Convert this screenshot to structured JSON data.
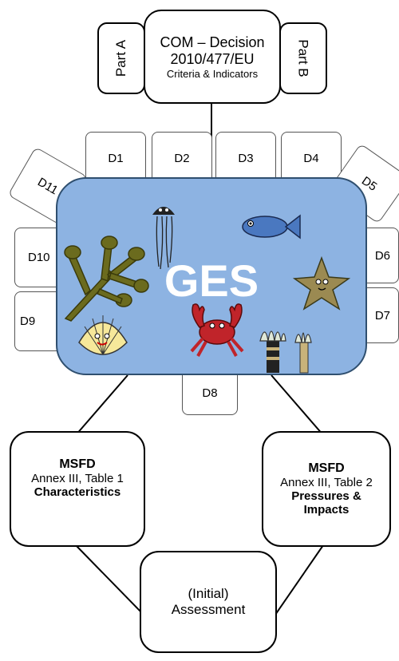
{
  "top": {
    "part_a": "Part A",
    "part_b": "Part B",
    "decision_line1": "COM – Decision",
    "decision_line2": "2010/477/EU",
    "decision_line3": "Criteria & Indicators"
  },
  "descriptors": [
    "D1",
    "D2",
    "D3",
    "D4",
    "D5",
    "D6",
    "D7",
    "D8",
    "D9",
    "D10",
    "D11"
  ],
  "center_label": "GES",
  "left_box": {
    "title": "MSFD",
    "line2": "Annex III, Table 1",
    "line3": "Characteristics"
  },
  "right_box": {
    "title": "MSFD",
    "line2": "Annex III, Table 2",
    "line3": "Pressures &",
    "line4": "Impacts"
  },
  "bottom_box": {
    "line1": "(Initial)",
    "line2": "Assessment"
  },
  "colors": {
    "ges_panel": "#8db3e2",
    "ges_text": "#ffffff"
  },
  "icons": [
    "seaweed-icon",
    "jellyfish-icon",
    "fish-icon",
    "starfish-icon",
    "scallop-icon",
    "crab-icon",
    "anemone-icon"
  ]
}
